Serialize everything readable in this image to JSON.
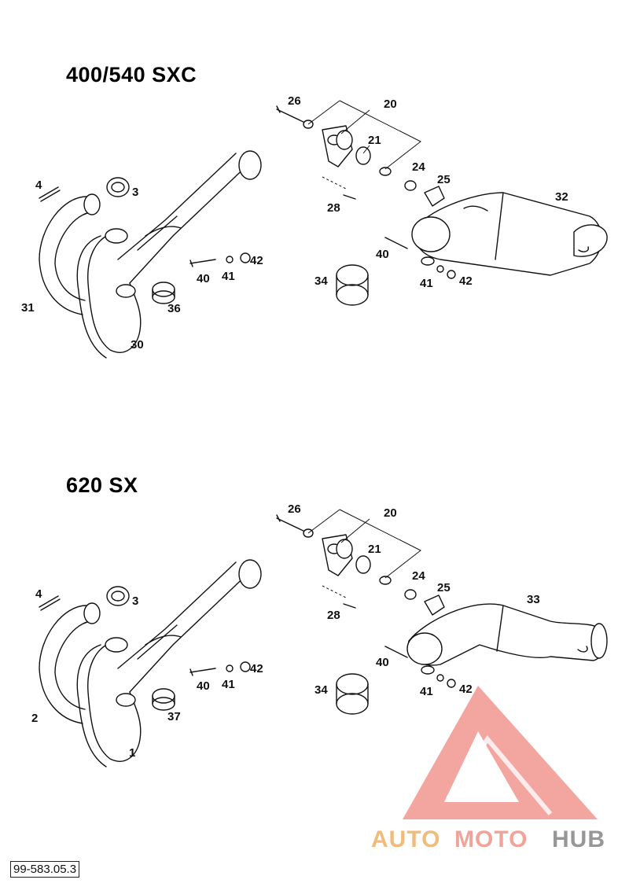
{
  "sections": [
    {
      "title": "400/540 SXC",
      "labels": [
        "26",
        "20",
        "21",
        "24",
        "25",
        "32",
        "4",
        "3",
        "28",
        "40",
        "41",
        "42",
        "34",
        "40",
        "41",
        "42",
        "31",
        "36",
        "30"
      ]
    },
    {
      "title": "620 SX",
      "labels": [
        "26",
        "20",
        "21",
        "24",
        "25",
        "33",
        "4",
        "3",
        "28",
        "40",
        "41",
        "42",
        "34",
        "40",
        "41",
        "42",
        "2",
        "37",
        "1"
      ]
    }
  ],
  "document_number": "99-583.05.3",
  "watermark": {
    "brand_part1": "AUTO",
    "brand_part2": "MOTO",
    "brand_part3": "HUB",
    "colors": {
      "part1": "#f0b46e",
      "part2": "#f19a8e",
      "part3": "#8c8c8c",
      "logo": "#f08b84"
    }
  }
}
